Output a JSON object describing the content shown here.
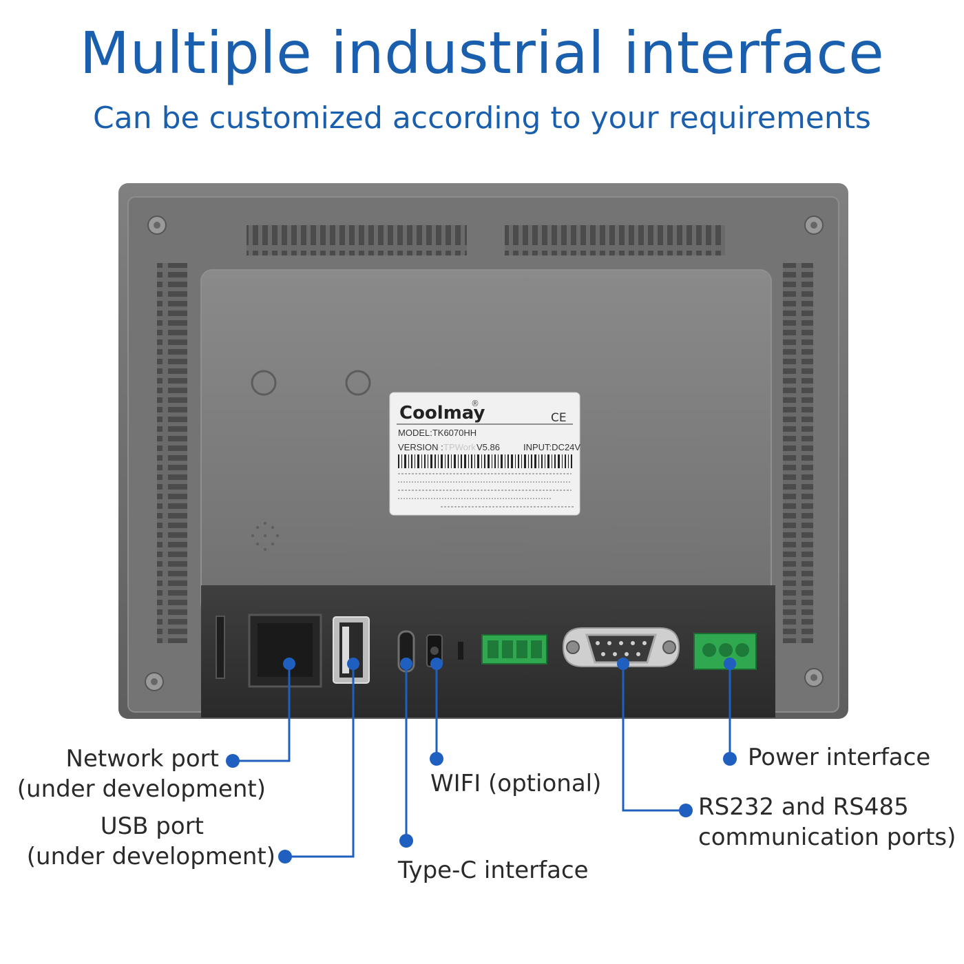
{
  "header": {
    "title": "Multiple industrial interface",
    "subtitle": "Can be customized according to your requirements"
  },
  "product_label": {
    "brand": "Coolmay",
    "model": "MODEL:TK6070HH",
    "version_prefix": "VERSION :",
    "version_software": "TPWork",
    "version_number": "V5.86",
    "input": "INPUT:DC24V",
    "ce_mark": "CE",
    "registered_mark": "®"
  },
  "callouts": {
    "network_port": {
      "line1": "Network port",
      "line2": "(under development)"
    },
    "usb_port": {
      "line1": "USB port",
      "line2": "(under development)"
    },
    "type_c": {
      "line1": "Type-C interface"
    },
    "wifi": {
      "line1": "WIFI (optional)"
    },
    "rs_ports": {
      "line1": "RS232 and RS485",
      "line2": "communication ports)"
    },
    "power": {
      "line1": "Power interface"
    }
  },
  "colors": {
    "accent_blue": "#1a5fae",
    "leader_blue": "#1f5fbf",
    "housing_gray": "#6f6f6f",
    "panel_gray": "#7c7c7c",
    "port_strip": "#3a3a3a",
    "terminal_green": "#2fa84f"
  },
  "icons": {
    "screw": "screw-icon",
    "vent": "vent-slots",
    "ethernet": "ethernet-port-icon",
    "usb": "usb-port-icon",
    "typec": "type-c-port-icon",
    "db9": "db9-connector-icon",
    "terminal": "terminal-block-icon"
  }
}
